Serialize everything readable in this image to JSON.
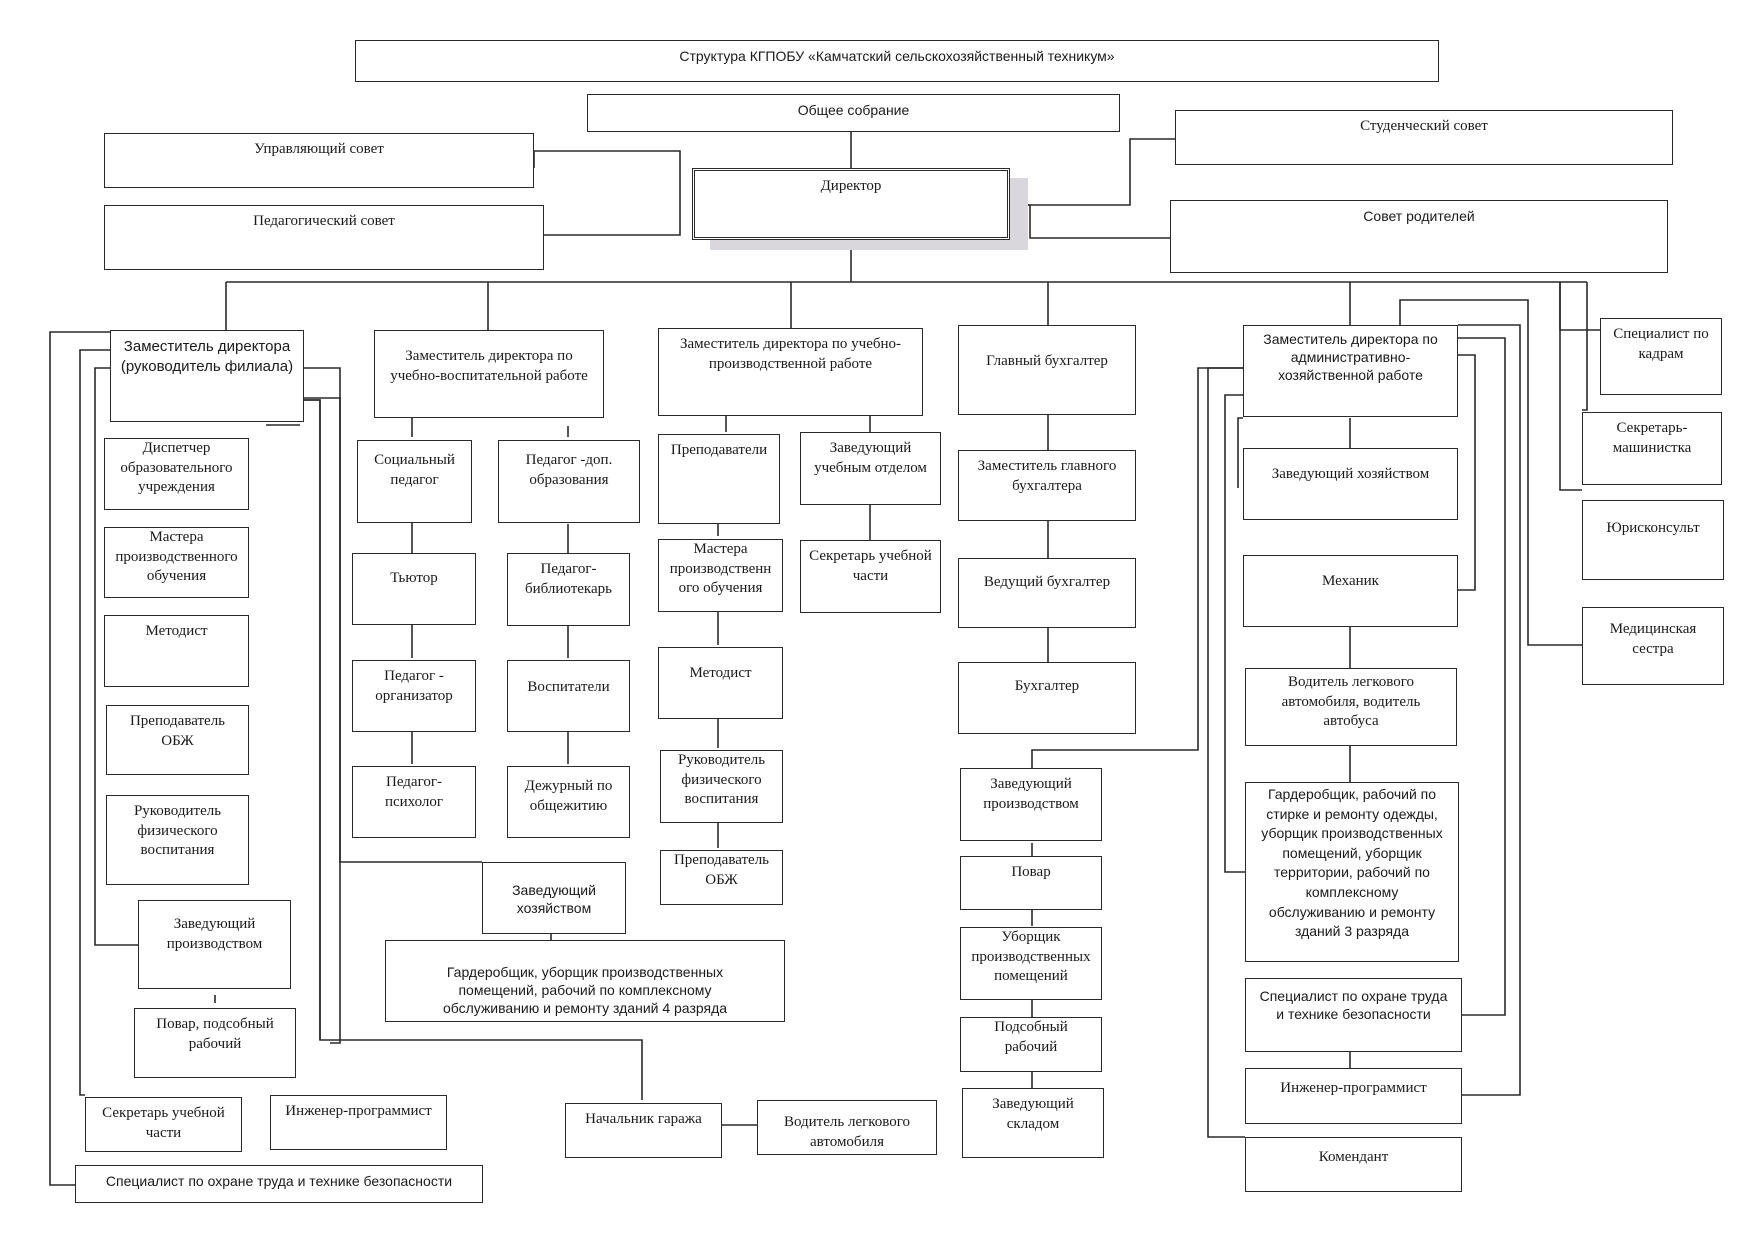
{
  "title": "Структура КГПОБУ «Камчатский сельскохозяйственный техникум»",
  "top": {
    "general_meeting": "Общее собрание",
    "director": "Директор",
    "governing_council": "Управляющий совет",
    "pedagogical_council": "Педагогический совет",
    "student_council": "Студенческий совет",
    "parents_council": "Совет родителей"
  },
  "branch": {
    "head": "Заместитель директора\n(руководитель филиала)",
    "dispatcher": "Диспетчер\nобразовательного\nучреждения",
    "masters": "Мастера\nпроизводственного\nобучения",
    "methodist": "Методист",
    "obzh_teacher": "Преподаватель\nОБЖ",
    "pe_head": "Руководитель\nфизического\nвоспитания",
    "production_head": "Заведующий\nпроизводством",
    "cook": "Повар, подсобный\nрабочий",
    "secretary": "Секретарь учебной\nчасти",
    "programmer": "Инженер-программист",
    "safety_specialist": "Специалист по охране труда и технике безопасности",
    "housekeeper": "Заведующий\nхозяйством",
    "cloakroom": "Гардеробщик,  уборщик производственных\nпомещений,  рабочий по комплексному\nобслуживанию и ремонту зданий  4 разряда",
    "garage_head": "Начальник гаража",
    "car_driver": "Водитель  легкового\nавтомобиля"
  },
  "education": {
    "head": "Заместитель директора по\nучебно-воспитательной  работе",
    "social_teacher": "Социальный\nпедагог",
    "tutor": "Тьютор",
    "organizer": "Педагог -\nорганизатор",
    "psychologist": "Педагог-\nпсихолог",
    "extra_ed": "Педагог -доп.\nобразования",
    "librarian": "Педагог-\nбиблиотекарь",
    "educators": "Воспитатели",
    "dorm_duty": "Дежурный по\nобщежитию"
  },
  "production": {
    "head": "Заместитель директора по учебно-\nпроизводственной работе",
    "teachers": "Преподаватели",
    "masters": "Мастера\nпроизводственн\nого обучения",
    "methodist": "Методист",
    "pe_head": "Руководитель\nфизического\nвоспитания",
    "obzh_teacher": "Преподаватель\nОБЖ",
    "dept_head": "Заведующий\nучебным отделом",
    "secretary": "Секретарь учебной\nчасти"
  },
  "accounting": {
    "chief": "Главный бухгалтер",
    "deputy": "Заместитель главного\nбухгалтера",
    "lead": "Ведущий бухгалтер",
    "accountant": "Бухгалтер",
    "production_head": "Заведующий\nпроизводством",
    "cook": "Повар",
    "cleaner": "Уборщик\nпроизводственных\nпомещений",
    "helper": "Подсобный\nрабочий",
    "warehouse": "Заведующий\nскладом"
  },
  "admin": {
    "head": "Заместитель директора по\nадминистративно-\nхозяйственной работе",
    "housekeeper": "Заведующий хозяйством",
    "mechanic": "Механик",
    "driver": "Водитель легкового\nавтомобиля, водитель\nавтобуса",
    "cloakroom": "Гардеробщик, рабочий по\nстирке и ремонту одежды,\nуборщик производственных\nпомещений, уборщик\nтерритории, рабочий по\nкомплексному\nобслуживанию и ремонту\nзданий  3 разряда",
    "safety_specialist": "Специалист по охране труда\nи технике безопасности",
    "programmer": "Инженер-программист",
    "commandant": "Комендант"
  },
  "side": {
    "hr": "Специалист по\nкадрам",
    "typist": "Секретарь-\nмашинистка",
    "lawyer": "Юрисконсульт",
    "nurse": "Медицинская\nсестра"
  }
}
